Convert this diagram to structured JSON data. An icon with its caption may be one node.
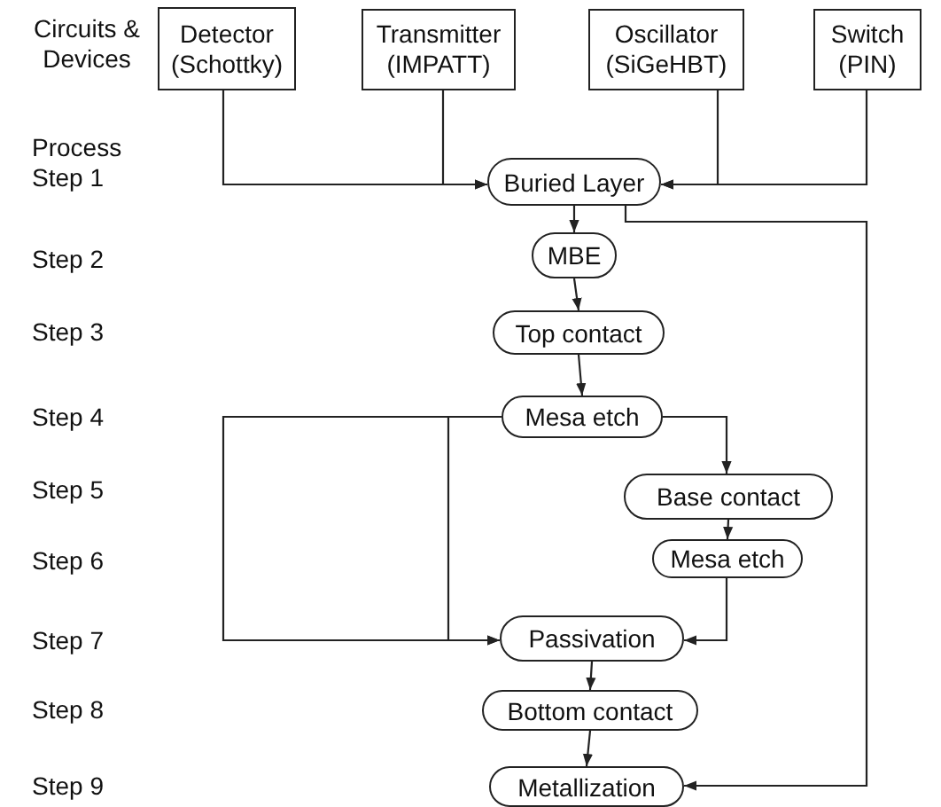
{
  "diagram": {
    "nodes": [
      {
        "text": [
          "Detector (Schottky)"
        ]
      },
      {
        "text": [
          "Transmitter (IMPATT)"
        ]
      },
      {
        "text": [
          "Oscillator (SiGeHBT)"
        ]
      },
      {
        "text": [
          "Switch (PIN)"
        ]
      },
      {
        "text": [
          "Buried Layer"
        ]
      },
      {
        "text": [
          "MBE"
        ]
      },
      {
        "text": [
          "Top contact"
        ]
      },
      {
        "text": [
          "Mesa etch"
        ]
      },
      {
        "text": [
          "Base contact"
        ]
      },
      {
        "text": [
          "Mesa etch"
        ]
      },
      {
        "text": [
          "Passivation"
        ]
      },
      {
        "text": [
          "Bottom contact"
        ]
      },
      {
        "text": [
          "Metallization"
        ]
      }
    ],
    "edges": [
      {
        "from": 0,
        "to": 4,
        "arrow": "to"
      },
      {
        "from": 1,
        "to": 4,
        "arrow": "to"
      },
      {
        "from": 2,
        "to": 4,
        "arrow": "to"
      },
      {
        "from": 3,
        "to": 4,
        "arrow": "to"
      },
      {
        "from": 4,
        "to": 5,
        "arrow": "to"
      },
      {
        "from": 4,
        "to": 12,
        "arrow": "to"
      },
      {
        "from": 5,
        "to": 6,
        "arrow": "to"
      },
      {
        "from": 6,
        "to": 7,
        "arrow": "to"
      },
      {
        "from": 7,
        "to": 10,
        "arrow": "to"
      },
      {
        "from": 7,
        "to": 10,
        "arrow": "to"
      },
      {
        "from": 7,
        "to": 8,
        "arrow": "to"
      },
      {
        "from": 8,
        "to": 9,
        "arrow": "to"
      },
      {
        "from": 9,
        "to": 10,
        "arrow": "to"
      },
      {
        "from": 10,
        "to": 11,
        "arrow": "to"
      },
      {
        "from": 11,
        "to": 12,
        "arrow": "to"
      }
    ],
    "labels": [
      "Circuits & Devices",
      "Process Step 1",
      "Step 2",
      "Step 3",
      "Step 4",
      "Step 5",
      "Step 6",
      "Step 7",
      "Step 8",
      "Step 9"
    ]
  }
}
